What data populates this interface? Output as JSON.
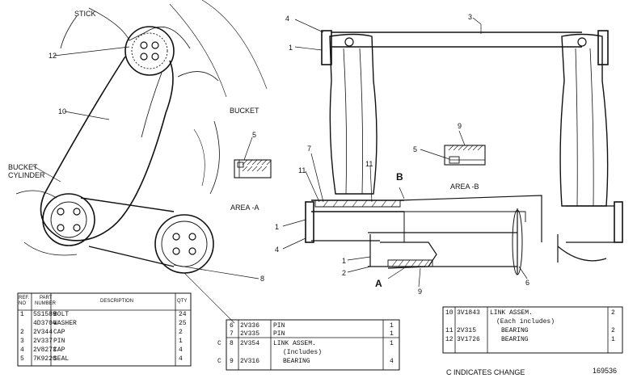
{
  "callouts": {
    "stick": "STICK",
    "bucket": "BUCKET",
    "bucket_cylinder_1": "BUCKET",
    "bucket_cylinder_2": "CYLINDER",
    "area_a": "AREA -A",
    "area_b": "AREA -B",
    "mark_a": "A",
    "mark_b": "B",
    "n12": "12",
    "n10": "10",
    "n8": "8",
    "n5a": "5",
    "n4a": "4",
    "n1a": "1",
    "n3": "3",
    "n9a": "9",
    "n5b": "5",
    "n7": "7",
    "n11a": "11",
    "n11b": "11",
    "n1b": "1",
    "n4b": "4",
    "n1c": "1",
    "n2": "2",
    "n9b": "9",
    "n6": "6"
  },
  "parts_table_1": {
    "headers": {
      "ref": [
        "REF.",
        "NO"
      ],
      "part": [
        "PART",
        "NUMBER"
      ],
      "desc": "DESCRIPTION",
      "qty": "QTY"
    },
    "rows": [
      {
        "ref": "1",
        "part": "5S1589",
        "desc": "BOLT",
        "qty": "24"
      },
      {
        "ref": "",
        "part": "4D3704",
        "desc": "WASHER",
        "qty": "25"
      },
      {
        "ref": "2",
        "part": "2V344",
        "desc": "CAP",
        "qty": "2"
      },
      {
        "ref": "3",
        "part": "2V337",
        "desc": "PIN",
        "qty": "1"
      },
      {
        "ref": "4",
        "part": "2V8273",
        "desc": "CAP",
        "qty": "4"
      },
      {
        "ref": "5",
        "part": "7K9220",
        "desc": "SEAL",
        "qty": "4"
      }
    ]
  },
  "parts_table_2": {
    "rows": [
      {
        "c": "",
        "ref": "6",
        "part": "2V336",
        "desc": "PIN",
        "qty": "1"
      },
      {
        "c": "",
        "ref": "7",
        "part": "2V335",
        "desc": "PIN",
        "qty": "1"
      },
      {
        "c": "C",
        "ref": "8",
        "part": "2V354",
        "desc": "LINK ASSEM.",
        "qty": "1"
      },
      {
        "c": "",
        "ref": "",
        "part": "",
        "desc": "(Includes)",
        "qty": ""
      },
      {
        "c": "C",
        "ref": "9",
        "part": "2V316",
        "desc": "BEARING",
        "qty": "4"
      }
    ]
  },
  "parts_table_3": {
    "rows": [
      {
        "ref": "10",
        "part": "3V1843",
        "desc": "LINK ASSEM.",
        "qty": "2"
      },
      {
        "ref": "",
        "part": "",
        "desc": "(Each includes)",
        "qty": ""
      },
      {
        "ref": "11",
        "part": "2V315",
        "desc": "BEARING",
        "qty": "2"
      },
      {
        "ref": "12",
        "part": "3V1726",
        "desc": "BEARING",
        "qty": "1"
      }
    ]
  },
  "footer": {
    "change_note": "C INDICATES CHANGE",
    "drawing_number": "169536"
  }
}
